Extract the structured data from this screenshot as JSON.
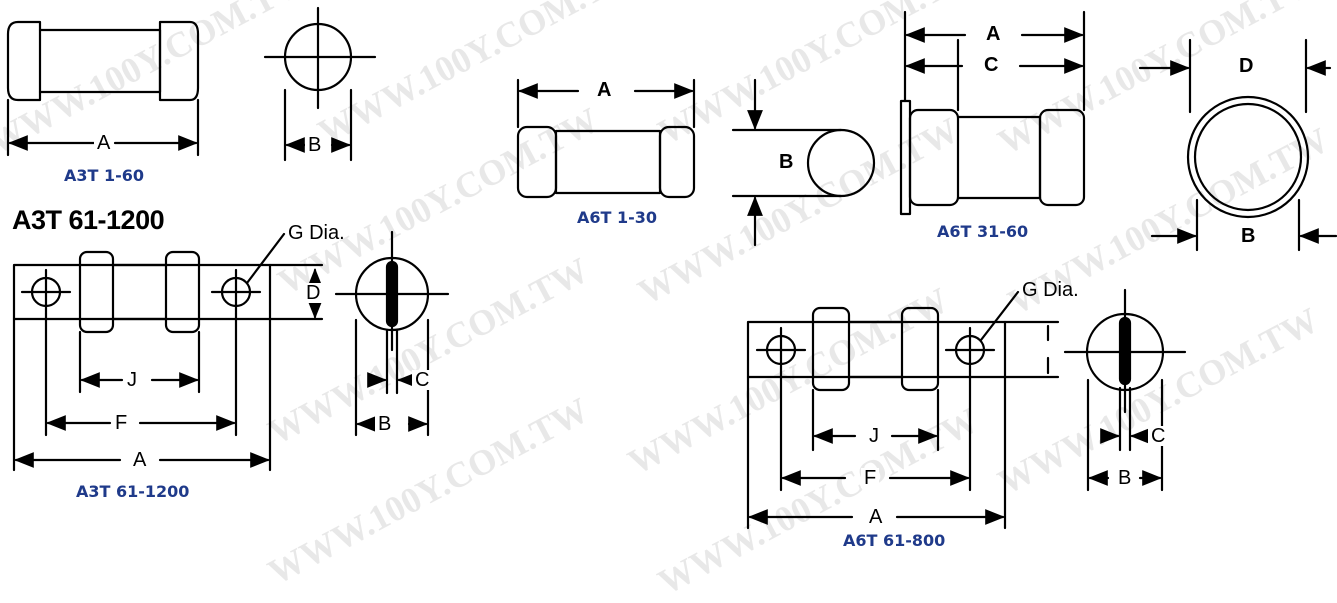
{
  "watermark": {
    "text": "WWW.100Y.COM.TW"
  },
  "captions": {
    "a3t_small": "A3T 1-60",
    "a3t_large": "A3T 61-1200",
    "a6t_small": "A6T 1-30",
    "a6t_mid": "A6T 31-60",
    "a6t_large": "A6T 61-800"
  },
  "heading": {
    "a3t_large": "A3T 61-1200"
  },
  "dimension_labels": {
    "A": "A",
    "B": "B",
    "C": "C",
    "D": "D",
    "F": "F",
    "J": "J"
  },
  "notes": {
    "g_dia": "G Dia."
  },
  "colors": {
    "caption": "#1f3a8a",
    "line": "#000000",
    "watermark": "#d6d6d6"
  }
}
